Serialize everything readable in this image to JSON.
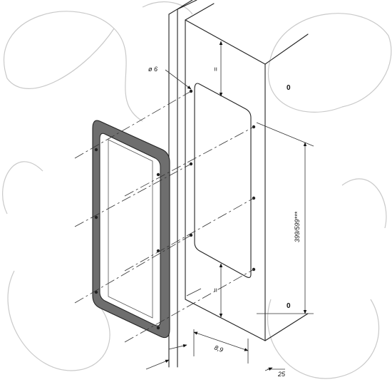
{
  "labels": {
    "hole_diameter": "ø 6",
    "side_marker_top": "0",
    "side_marker_bottom": "0",
    "dim_top_gap": "=",
    "dim_bottom_gap": "=",
    "dim_height": "399/599***",
    "dim_width": "8,9",
    "dim_offset": "25"
  }
}
